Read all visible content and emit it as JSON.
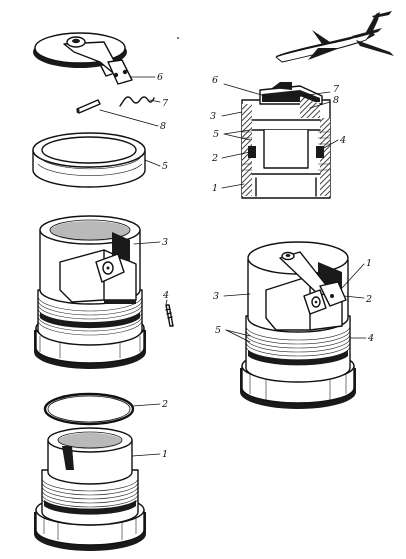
{
  "exploded_view": {
    "labels": [
      "6",
      "7",
      "8",
      "5",
      "3",
      "4",
      "2",
      "1"
    ]
  },
  "section_view": {
    "labels": [
      "6",
      "7",
      "8",
      "3",
      "5",
      "4",
      "2",
      "1"
    ]
  },
  "assembled_view": {
    "labels": [
      "1",
      "2",
      "3",
      "5",
      "4"
    ]
  },
  "icons": {
    "aircraft": "airplane-icon"
  }
}
